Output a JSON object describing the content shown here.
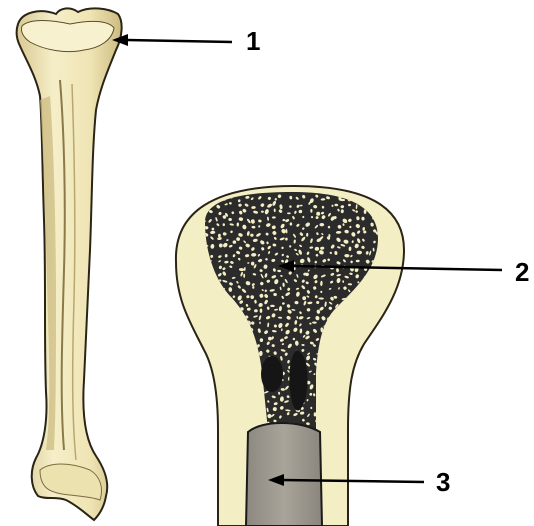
{
  "labels": [
    {
      "number": "1"
    },
    {
      "number": "2"
    },
    {
      "number": "3"
    }
  ],
  "colors": {
    "bone_surface": "#f3ebbd",
    "bone_shadow": "#d8c98f",
    "bone_outline": "#2a2416",
    "spongy_tissue": "#1a1a1a",
    "compact_bone": "#f4eec4",
    "medullary_cavity": "#9e9a90",
    "arrow": "#000000"
  }
}
